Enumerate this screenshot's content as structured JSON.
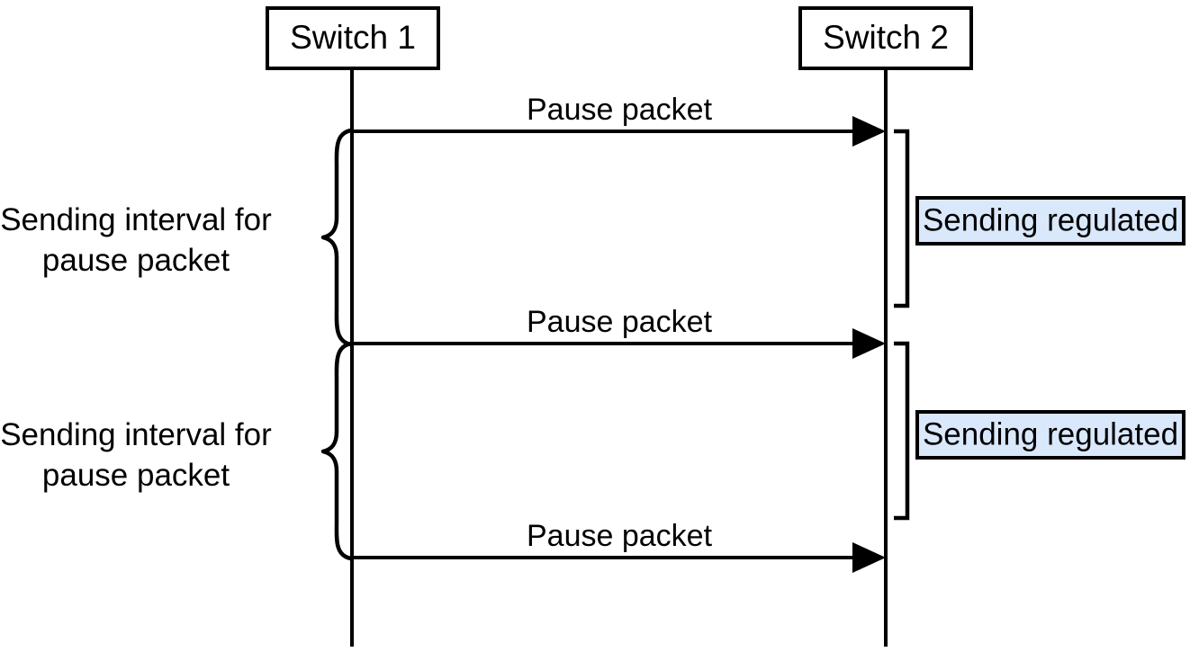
{
  "diagram": {
    "type": "sequence-diagram",
    "title": "",
    "background_color": "#ffffff",
    "line_color": "#000000",
    "note_fill_color": "#dae8fc",
    "note_border_color": "#000000",
    "participants": [
      {
        "id": "switch1",
        "label": "Switch 1"
      },
      {
        "id": "switch2",
        "label": "Switch 2"
      }
    ],
    "messages": [
      {
        "id": "msg1",
        "label": "Pause packet",
        "from": "switch1",
        "to": "switch2"
      },
      {
        "id": "msg2",
        "label": "Pause packet",
        "from": "switch1",
        "to": "switch2"
      },
      {
        "id": "msg3",
        "label": "Pause packet",
        "from": "switch1",
        "to": "switch2"
      }
    ],
    "notes": [
      {
        "id": "note1",
        "label": "Sending regulated"
      },
      {
        "id": "note2",
        "label": "Sending regulated"
      }
    ],
    "intervals": [
      {
        "id": "interval1",
        "line1": "Sending interval for",
        "line2": "pause packet"
      },
      {
        "id": "interval2",
        "line1": "Sending interval for",
        "line2": "pause packet"
      }
    ]
  }
}
